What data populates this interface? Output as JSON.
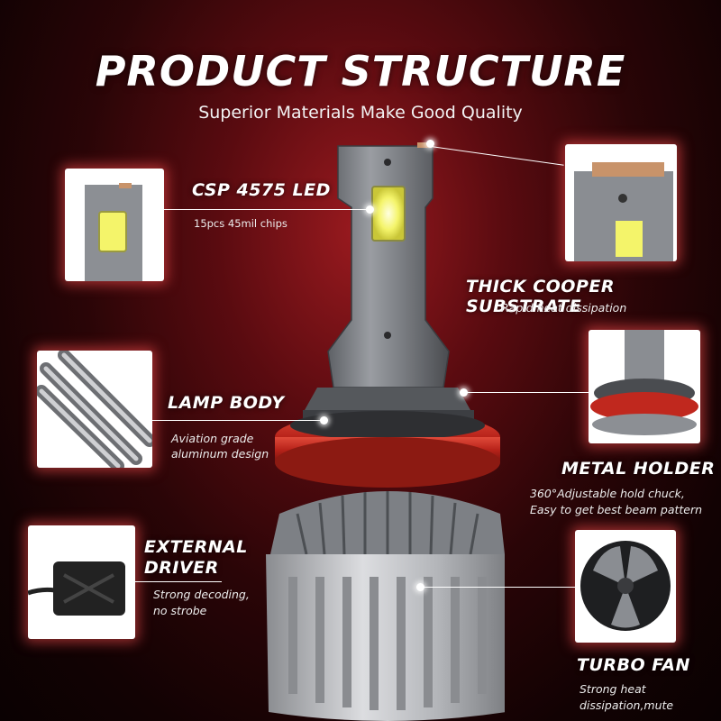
{
  "header": {
    "title": "PRODUCT STRUCTURE",
    "subtitle": "Superior Materials Make Good Quality"
  },
  "features": {
    "csp_led": {
      "title": "CSP 4575 LED",
      "desc": "15pcs 45mil chips"
    },
    "substrate": {
      "title": "THICK COOPER SUBSTRATE",
      "desc": "Rapid heat dissipation"
    },
    "lamp_body": {
      "title": "LAMP BODY",
      "desc_line1": "Aviation grade",
      "desc_line2": "aluminum design"
    },
    "metal_holder": {
      "title": "METAL HOLDER",
      "desc_line1": "360°Adjustable hold chuck,",
      "desc_line2": "Easy to get best beam pattern"
    },
    "external_driver": {
      "title_line1": "EXTERNAL",
      "title_line2": "DRIVER",
      "desc_line1": "Strong decoding,",
      "desc_line2": "no strobe"
    },
    "turbo_fan": {
      "title": "TURBO FAN",
      "desc_line1": "Strong heat",
      "desc_line2": "dissipation,mute"
    }
  },
  "colors": {
    "background": "#5a0b10",
    "glow": "#ff5050",
    "red_ring": "#c8281e",
    "led_chip": "#f4f46a"
  }
}
